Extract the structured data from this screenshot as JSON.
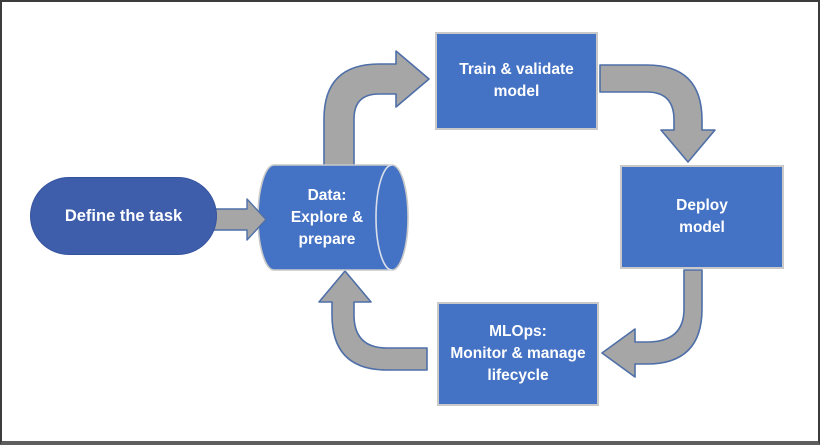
{
  "diagram": {
    "nodes": {
      "define_task": {
        "label": "Define the task",
        "shape": "rounded-pill"
      },
      "data_explore_prepare": {
        "label": "Data:\nExplore &\nprepare",
        "shape": "cylinder"
      },
      "train_validate": {
        "label": "Train & validate\nmodel",
        "shape": "rectangle"
      },
      "deploy": {
        "label": "Deploy\nmodel",
        "shape": "rectangle"
      },
      "mlops": {
        "label": "MLOps:\nMonitor & manage\nlifecycle",
        "shape": "rectangle"
      }
    },
    "connections": [
      {
        "from": "define_task",
        "to": "data_explore_prepare",
        "style": "striped-arrow"
      },
      {
        "from": "data_explore_prepare",
        "to": "train_validate",
        "style": "bent-arrow"
      },
      {
        "from": "train_validate",
        "to": "deploy",
        "style": "bent-arrow"
      },
      {
        "from": "deploy",
        "to": "mlops",
        "style": "bent-arrow"
      },
      {
        "from": "mlops",
        "to": "data_explore_prepare",
        "style": "bent-arrow"
      }
    ],
    "colors": {
      "box_fill": "#4472C4",
      "box_border": "#C9C9C9",
      "pill_fill": "#3E5DAB",
      "cylinder_fill": "#4472C4",
      "cylinder_border": "#C9C9C9",
      "cylinder_inner_arc": "#D8DEEA",
      "arrow_fill": "#A6A6A6",
      "arrow_outline": "#4F6FA8",
      "text": "#FFFFFF",
      "canvas_bg": "#FFFFFF",
      "frame_border": "#3C3C3C"
    }
  }
}
